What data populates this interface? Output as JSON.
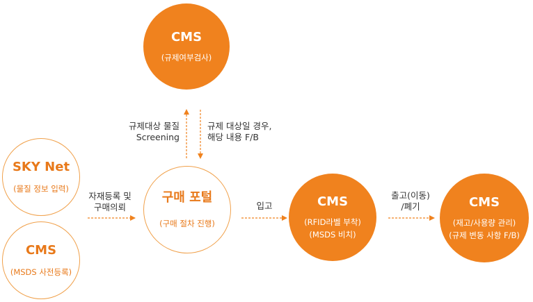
{
  "colors": {
    "accent": "#f0821e",
    "outline": "#f0a04a",
    "text": "#333333"
  },
  "nodes": {
    "cms_top": {
      "title": "CMS",
      "sub1": "(규제여부검사)"
    },
    "skynet": {
      "title": "SKY Net",
      "sub1": "(물질 정보 입력)"
    },
    "cms_left": {
      "title": "CMS",
      "sub1": "(MSDS 사전등록)"
    },
    "portal": {
      "title": "구매 포털",
      "sub1": "(구매 절차 진행)"
    },
    "cms_mid": {
      "title": "CMS",
      "sub1": "(RFID라벨 부착)",
      "sub2": "(MSDS 비치)"
    },
    "cms_right": {
      "title": "CMS",
      "sub1": "(재고/사용량 관리)",
      "sub2": "(규제 변동 사항 F/B)"
    }
  },
  "edges": {
    "screening": {
      "line1": "규제대상 물질",
      "line2": "Screening"
    },
    "feedback": {
      "line1": "규제 대상일 경우,",
      "line2": "해당 내용 F/B"
    },
    "register": {
      "line1": "자재등록 및",
      "line2": "구매의뢰"
    },
    "receive": {
      "line1": "입고"
    },
    "ship": {
      "line1": "출고(이동)",
      "line2": "/폐기"
    }
  }
}
